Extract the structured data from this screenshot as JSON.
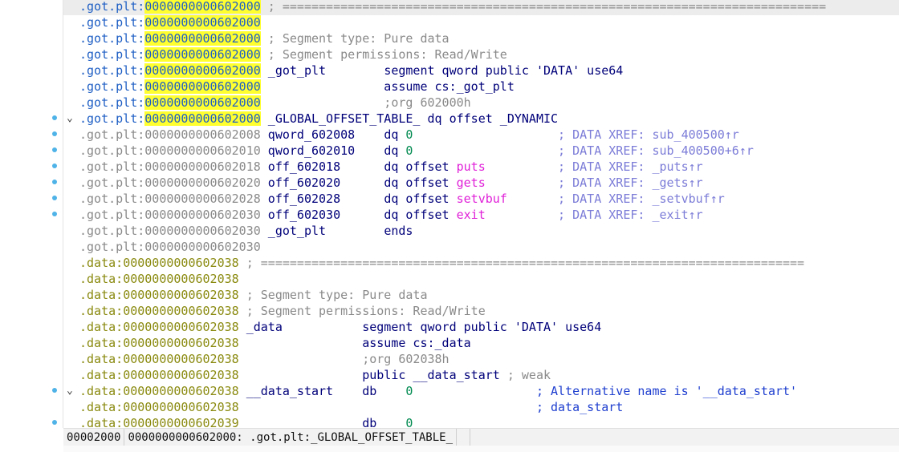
{
  "colors": {
    "highlight": "#ffff30",
    "got_prefix": "#1f5fc4",
    "data_prefix": "#8a8a10",
    "import": "#e020d8",
    "xref": "#7c7cd8"
  },
  "lines": [
    {
      "seg": ".got.plt:",
      "addr": "0000000000602000",
      "style": "got",
      "hl": true,
      "cur": true,
      "parts": [
        {
          "t": " ; ===========================================================================",
          "c": "cmt"
        }
      ]
    },
    {
      "seg": ".got.plt:",
      "addr": "0000000000602000",
      "style": "got",
      "hl": true,
      "parts": []
    },
    {
      "seg": ".got.plt:",
      "addr": "0000000000602000",
      "style": "got",
      "hl": true,
      "parts": [
        {
          "t": " ; Segment type: Pure data",
          "c": "cmt"
        }
      ]
    },
    {
      "seg": ".got.plt:",
      "addr": "0000000000602000",
      "style": "got",
      "hl": true,
      "parts": [
        {
          "t": " ; Segment permissions: Read/Write",
          "c": "cmt"
        }
      ]
    },
    {
      "seg": ".got.plt:",
      "addr": "0000000000602000",
      "style": "got",
      "hl": true,
      "parts": [
        {
          "t": " _got_plt        ",
          "c": "lbl"
        },
        {
          "t": "segment qword public 'DATA' use64",
          "c": "ins"
        }
      ]
    },
    {
      "seg": ".got.plt:",
      "addr": "0000000000602000",
      "style": "got",
      "hl": true,
      "parts": [
        {
          "t": "                 assume cs:_got_plt",
          "c": "ins"
        }
      ]
    },
    {
      "seg": ".got.plt:",
      "addr": "0000000000602000",
      "style": "got",
      "hl": true,
      "parts": [
        {
          "t": "                 ;org 602000h",
          "c": "cmt"
        }
      ]
    },
    {
      "seg": ".got.plt:",
      "addr": "0000000000602000",
      "style": "got",
      "hl": true,
      "chev": true,
      "dot": true,
      "parts": [
        {
          "t": " _GLOBAL_OFFSET_TABLE_ dq offset _DYNAMIC",
          "c": "ins"
        }
      ]
    },
    {
      "seg": ".got.plt:",
      "addr": "0000000000602008",
      "style": "gray",
      "dot": true,
      "parts": [
        {
          "t": " qword_602008    ",
          "c": "lbl"
        },
        {
          "t": "dq ",
          "c": "ins"
        },
        {
          "t": "0",
          "c": "num"
        },
        {
          "t": "                    ; DATA XREF: sub_400500↑r",
          "c": "xref"
        }
      ]
    },
    {
      "seg": ".got.plt:",
      "addr": "0000000000602010",
      "style": "gray",
      "dot": true,
      "parts": [
        {
          "t": " qword_602010    ",
          "c": "lbl"
        },
        {
          "t": "dq ",
          "c": "ins"
        },
        {
          "t": "0",
          "c": "num"
        },
        {
          "t": "                    ; DATA XREF: sub_400500+6↑r",
          "c": "xref"
        }
      ]
    },
    {
      "seg": ".got.plt:",
      "addr": "0000000000602018",
      "style": "gray",
      "dot": true,
      "parts": [
        {
          "t": " off_602018      ",
          "c": "lbl"
        },
        {
          "t": "dq offset ",
          "c": "ins"
        },
        {
          "t": "puts",
          "c": "imp"
        },
        {
          "t": "          ; DATA XREF: _puts↑r",
          "c": "xref"
        }
      ]
    },
    {
      "seg": ".got.plt:",
      "addr": "0000000000602020",
      "style": "gray",
      "dot": true,
      "parts": [
        {
          "t": " off_602020      ",
          "c": "lbl"
        },
        {
          "t": "dq offset ",
          "c": "ins"
        },
        {
          "t": "gets",
          "c": "imp"
        },
        {
          "t": "          ; DATA XREF: _gets↑r",
          "c": "xref"
        }
      ]
    },
    {
      "seg": ".got.plt:",
      "addr": "0000000000602028",
      "style": "gray",
      "dot": true,
      "parts": [
        {
          "t": " off_602028      ",
          "c": "lbl"
        },
        {
          "t": "dq offset ",
          "c": "ins"
        },
        {
          "t": "setvbuf",
          "c": "imp"
        },
        {
          "t": "       ; DATA XREF: _setvbuf↑r",
          "c": "xref"
        }
      ]
    },
    {
      "seg": ".got.plt:",
      "addr": "0000000000602030",
      "style": "gray",
      "dot": true,
      "parts": [
        {
          "t": " off_602030      ",
          "c": "lbl"
        },
        {
          "t": "dq offset ",
          "c": "ins"
        },
        {
          "t": "exit",
          "c": "imp"
        },
        {
          "t": "          ; DATA XREF: _exit↑r",
          "c": "xref"
        }
      ]
    },
    {
      "seg": ".got.plt:",
      "addr": "0000000000602030",
      "style": "gray",
      "parts": [
        {
          "t": " _got_plt        ",
          "c": "lbl"
        },
        {
          "t": "ends",
          "c": "ins"
        }
      ]
    },
    {
      "seg": ".got.plt:",
      "addr": "0000000000602030",
      "style": "gray",
      "parts": []
    },
    {
      "seg": ".data:",
      "addr": "0000000000602038",
      "style": "data",
      "parts": [
        {
          "t": " ; ===========================================================================",
          "c": "cmt"
        }
      ]
    },
    {
      "seg": ".data:",
      "addr": "0000000000602038",
      "style": "data",
      "parts": []
    },
    {
      "seg": ".data:",
      "addr": "0000000000602038",
      "style": "data",
      "parts": [
        {
          "t": " ; Segment type: Pure data",
          "c": "cmt"
        }
      ]
    },
    {
      "seg": ".data:",
      "addr": "0000000000602038",
      "style": "data",
      "parts": [
        {
          "t": " ; Segment permissions: Read/Write",
          "c": "cmt"
        }
      ]
    },
    {
      "seg": ".data:",
      "addr": "0000000000602038",
      "style": "data",
      "parts": [
        {
          "t": " _data           ",
          "c": "lbl"
        },
        {
          "t": "segment qword public 'DATA' use64",
          "c": "ins"
        }
      ]
    },
    {
      "seg": ".data:",
      "addr": "0000000000602038",
      "style": "data",
      "parts": [
        {
          "t": "                 assume cs:_data",
          "c": "ins"
        }
      ]
    },
    {
      "seg": ".data:",
      "addr": "0000000000602038",
      "style": "data",
      "parts": [
        {
          "t": "                 ;org 602038h",
          "c": "cmt"
        }
      ]
    },
    {
      "seg": ".data:",
      "addr": "0000000000602038",
      "style": "data",
      "parts": [
        {
          "t": "                 public __data_start",
          "c": "ins"
        },
        {
          "t": " ; weak",
          "c": "cmt"
        }
      ]
    },
    {
      "seg": ".data:",
      "addr": "0000000000602038",
      "style": "data",
      "chev": true,
      "dot": true,
      "parts": [
        {
          "t": " __data_start    ",
          "c": "lbl"
        },
        {
          "t": "db    ",
          "c": "ins"
        },
        {
          "t": "0",
          "c": "num"
        },
        {
          "t": "                 ; Alternative name is '__data_start'",
          "c": "cmtb"
        }
      ]
    },
    {
      "seg": ".data:",
      "addr": "0000000000602038",
      "style": "data",
      "parts": [
        {
          "t": "                                         ; data_start",
          "c": "cmtb"
        }
      ]
    },
    {
      "seg": ".data:",
      "addr": "0000000000602039",
      "style": "data",
      "dot": true,
      "parts": [
        {
          "t": "                 db    ",
          "c": "ins"
        },
        {
          "t": "0",
          "c": "num"
        }
      ]
    }
  ],
  "status": {
    "offset": "00002000",
    "location": "0000000000602000: .got.plt:_GLOBAL_OFFSET_TABLE_"
  }
}
